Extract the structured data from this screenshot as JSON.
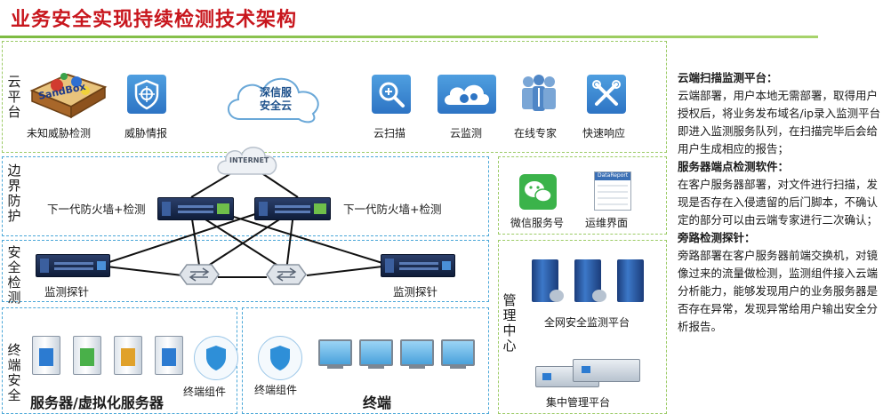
{
  "title": "业务安全实现持续检测技术架构",
  "sections": {
    "cloud": "云平台",
    "border": "边界防护",
    "security": "安全检测",
    "endpoint": "终端安全",
    "management": "管理中心"
  },
  "cloud_platform": {
    "sandbox_text": "SandBox",
    "unknown_threat": "未知威胁检测",
    "threat_intel": "威胁情报",
    "cloud_name": "深信服\n安全云",
    "scan": "云扫描",
    "monitor": "云监测",
    "expert": "在线专家",
    "response": "快速响应"
  },
  "border": {
    "internet": "INTERNET",
    "firewall_left": "下一代防火墙+检测",
    "firewall_right": "下一代防火墙+检测"
  },
  "security": {
    "probe_left": "监测探针",
    "probe_right": "监测探针"
  },
  "endpoint": {
    "servers_label": "服务器/虚拟化服务器",
    "agent_left": "终端组件",
    "agent_right": "终端组件",
    "terminals_label": "终端"
  },
  "management": {
    "wechat": "微信服务号",
    "ops_ui": "运维界面",
    "report_title": "DataReport",
    "platform_monitor": "全网安全监测平台",
    "platform_central": "集中管理平台"
  },
  "side": {
    "h1": "云端扫描监测平台：",
    "p1": "云端部署，用户本地无需部署，取得用户授权后，将业务发布域名/ip录入监测平台即进入监测服务队列，在扫描完毕后会给用户生成相应的报告；",
    "h2": "服务器端点检测软件：",
    "p2": "在客户服务器部署，对文件进行扫描，发现是否存在入侵遗留的后门脚本，不确认定的部分可以由云端专家进行二次确认；",
    "h3": "旁路检测探针：",
    "p3": "旁路部署在客户服务器前端交换机，对镜像过来的流量做检测，监测组件接入云端分析能力，能够发现用户的业务服务器是否存在异常，发现异常给用户输出安全分析报告。"
  },
  "colors": {
    "title": "#c8161d",
    "green_line": "#7dbb42",
    "blue_dash": "#4aa7d8"
  }
}
